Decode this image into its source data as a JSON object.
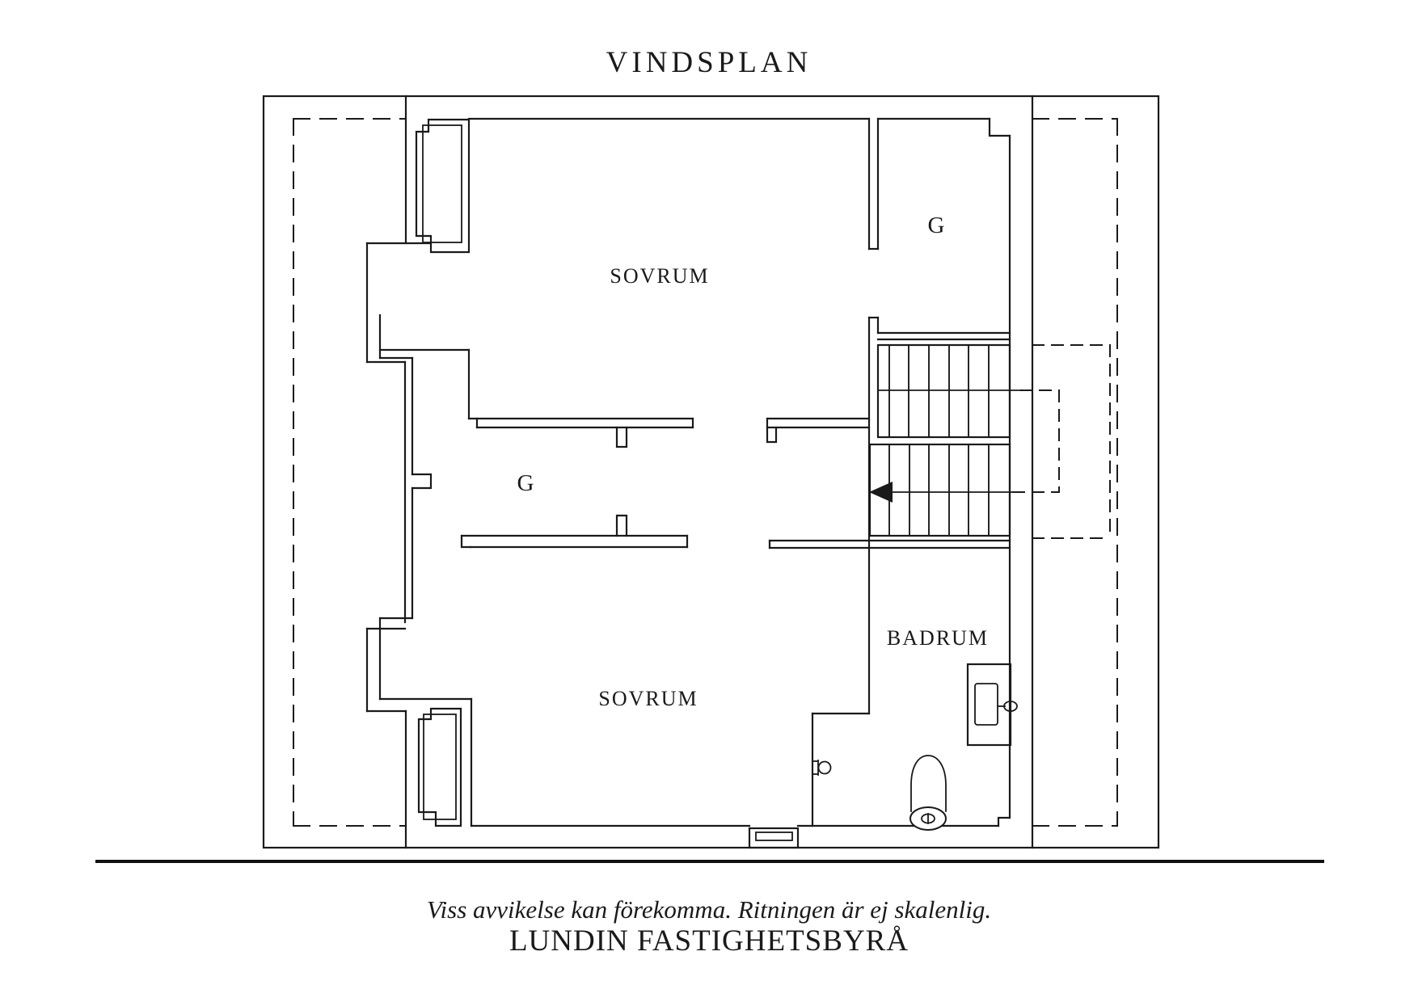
{
  "title": "VINDSPLAN",
  "rooms": [
    {
      "name": "sovrum-top",
      "label": "SOVRUM"
    },
    {
      "name": "sovrum-bottom",
      "label": "SOVRUM"
    },
    {
      "name": "garderob-top",
      "label": "G"
    },
    {
      "name": "garderob-middle",
      "label": "G"
    },
    {
      "name": "badrum",
      "label": "BADRUM"
    }
  ],
  "footer": {
    "disclaimer": "Viss avvikelse kan förekomma. Ritningen är ej skalenlig.",
    "brand": "LUNDIN FASTIGHETSBYRÅ"
  },
  "colors": {
    "line": "#1a1a1a",
    "background": "#ffffff"
  }
}
